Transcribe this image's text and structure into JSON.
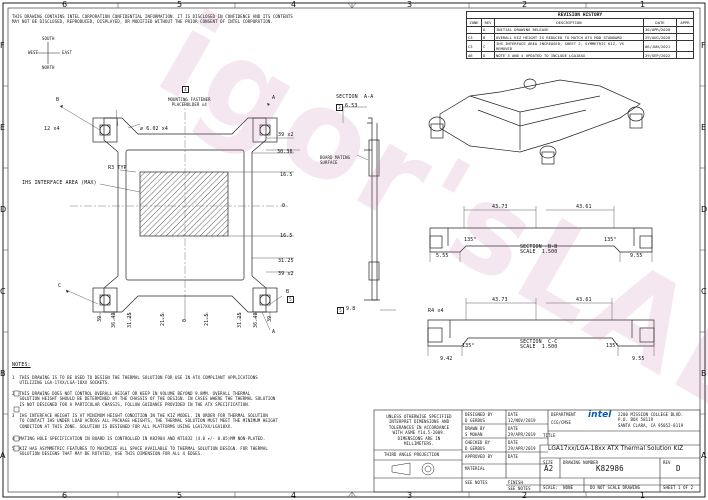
{
  "confidential_notice": [
    "THIS DRAWING CONTAINS INTEL CORPORATION CONFIDENTIAL INFORMATION. IT IS DISCLOSED IN CONFIDENCE AND ITS CONTENTS",
    "MAY NOT BE DISCLOSED, REPRODUCED, DISPLAYED, OR MODIFIED WITHOUT THE PRIOR CONSENT OF INTEL CORPORATION."
  ],
  "zones_top": [
    "6",
    "5",
    "4",
    "3",
    "2",
    "1"
  ],
  "zones_side": [
    "F",
    "E",
    "D",
    "C",
    "B",
    "A"
  ],
  "compass": {
    "north": "NORTH",
    "south": "SOUTH",
    "east": "EAST",
    "west": "WEST"
  },
  "revision": {
    "title": "REVISION HISTORY",
    "headers": [
      "ZONE",
      "REV",
      "DESCRIPTION",
      "DATE",
      "APPR"
    ],
    "rows": [
      [
        "",
        "A",
        "INITIAL DRAWING RELEASE",
        "30/APR/2020",
        ""
      ],
      [
        "C3",
        "B",
        "OVERALL KIZ HEIGHT IS REDUCED TO MATCH ATX MOD STANDARD",
        "29/AUG/2020",
        ""
      ],
      [
        "C3",
        "C",
        "IHS INTERFACE AREA INCREASED, SHEET 2, SYMMETRIC KIZ, VS REMOVED",
        "06/JUN/2021",
        ""
      ],
      [
        "A6",
        "D",
        "NOTE 3 AND 4 UPDATED TO INCLUDE LGA18XX",
        "29/SEP/2022",
        ""
      ]
    ]
  },
  "plan_view": {
    "labels": {
      "b": "B",
      "a": "A",
      "c": "C",
      "dia": "12 x4",
      "hole": "∅ 6.02 x4",
      "fastener": "MOUNTING FASTENER\nPLACEHOLDER x4",
      "note4": "4",
      "r3": "R3 TYP",
      "ihs": "IHS INTERFACE AREA (MAX)",
      "d39": "39 x2",
      "d3036": "30.36",
      "d165a": "16.5",
      "d0": "0",
      "d165b": "16.5",
      "d3125": "31.25",
      "d39b": "39 x2",
      "n5": "5"
    },
    "bottom_dims": [
      "39",
      "36.49",
      "31.25",
      "21.5",
      "0",
      "21.5",
      "31.25",
      "36.49",
      "39"
    ]
  },
  "section_aa": {
    "title": "SECTION  A-A",
    "dim": "6.53",
    "note": "3",
    "label": "BOARD MATING\nSURFACE",
    "dim2": "9.8",
    "note2": "5"
  },
  "section_bb": {
    "d1": "43.73",
    "d2": "43.61",
    "a1": "135°",
    "a2": "135°",
    "w1": "5.55",
    "w2": "9.55",
    "title": "SECTION  B-B\nSCALE  1.500"
  },
  "section_cc": {
    "d1": "43.73",
    "d2": "43.61",
    "r": "R4 x4",
    "a1": "135°",
    "a2": "135°",
    "w1": "9.42",
    "w2": "9.55",
    "title": "SECTION  C-C\nSCALE  1.500"
  },
  "notes": {
    "heading": "NOTES:",
    "items": [
      "1  THIS DRAWING IS TO BE USED TO DESIGN THE THERMAL SOLUTION FOR USE IN ATX COMPLIANT APPLICATIONS\n   UTILIZING LGA-17XX/LGA-18XX SOCKETS.",
      "2  THIS DRAWING DOES NOT CONTROL OVERALL HEIGHT OR KEEP IN VOLUME BEYOND 9.8MM. OVERALL THERMAL\n   SOLUTION HEIGHT SHOULD BE DETERMINED BY THE CHASSIS OF THE DESIGN. IN CASES WHERE THE THERMAL SOLUTION\n   IS NOT DESIGNED FOR A PARTICULAR CHASSIS, FOLLOW GUIDANCE PROVIDED IN THE ATX SPECIFICATION.",
      "3  IHS INTERFACE HEIGHT IS AT MINIMUM HEIGHT CONDITION IN THE KIZ MODEL. IN ORDER FOR THERMAL SOLUTION\n   TO CONTACT IHS UNDER LOAD ACROSS ALL PACKAGE HEIGHTS, THE THERMAL SOLUTION MUST MEET THE MINIMUM HEIGHT\n   CONDITION AT THIS ZONE. SOLUTION IS DESIGNED FOR ALL PLATFORMS USING LGA17XX/LGA18XX.",
      "4  MATING HOLE SPECIFICATION IN BOARD IS CONTROLLED IN K82904 AND NT1832 (4.0 +/- 0.05)MM NON-PLATED.",
      "5  KIZ HAS ASYMMETRIC FEATURES TO MAXIMIZE ALL SPACE AVAILABLE TO THERMAL SOLUTION DESIGN. FOR THERMAL\n   SOLUTION DESIGNS THAT MAY BE ROTATED, USE THIS DIMENSION FOR ALL 4 EDGES."
    ]
  },
  "title_block": {
    "tolerance": "UNLESS OTHERWISE SPECIFIED\nINTERPRET DIMENSIONS AND\nTOLERANCES IN ACCORDANCE\nWITH ASME Y14.5-2009.\nDIMENSIONS ARE IN\nMILLIMETERS.",
    "projection": "THIRD ANGLE PROJECTION",
    "designed_by_label": "DESIGNED BY",
    "designed_by": "D GERBUS",
    "drawn_by_label": "DRAWN BY",
    "drawn_by": "S MOHAN",
    "checked_by_label": "CHECKED BY",
    "checked_by": "D GERBUS",
    "approved_by_label": "APPROVED BY",
    "date_label": "DATE",
    "date1": "12/NOV/2019",
    "date2": "29/APR/2019",
    "date3": "29/APR/2019",
    "department_label": "DEPARTMENT",
    "department": "CCG/CMSE",
    "address": "2200 MISSION COLLEGE BLVD.\nP.O. BOX 58119\nSANTA CLARA, CA 95052-8119",
    "logo": "intel",
    "title_label": "TITLE",
    "title": "LGA17xx/LGA-18xx ATX Thermal Solution KIZ",
    "size_label": "SIZE",
    "size": "A2",
    "drawing_number_label": "DRAWING NUMBER",
    "drawing_number": "K82986",
    "rev_label": "REV",
    "rev": "D",
    "material_label": "MATERIAL",
    "finish_label": "FINISH",
    "see_notes1": "SEE NOTES",
    "see_notes2": "SEE NOTES",
    "scale": "SCALE:  NONE",
    "do_not_scale": "DO NOT SCALE DRAWING",
    "sheet": "SHEET 1 OF 2"
  }
}
